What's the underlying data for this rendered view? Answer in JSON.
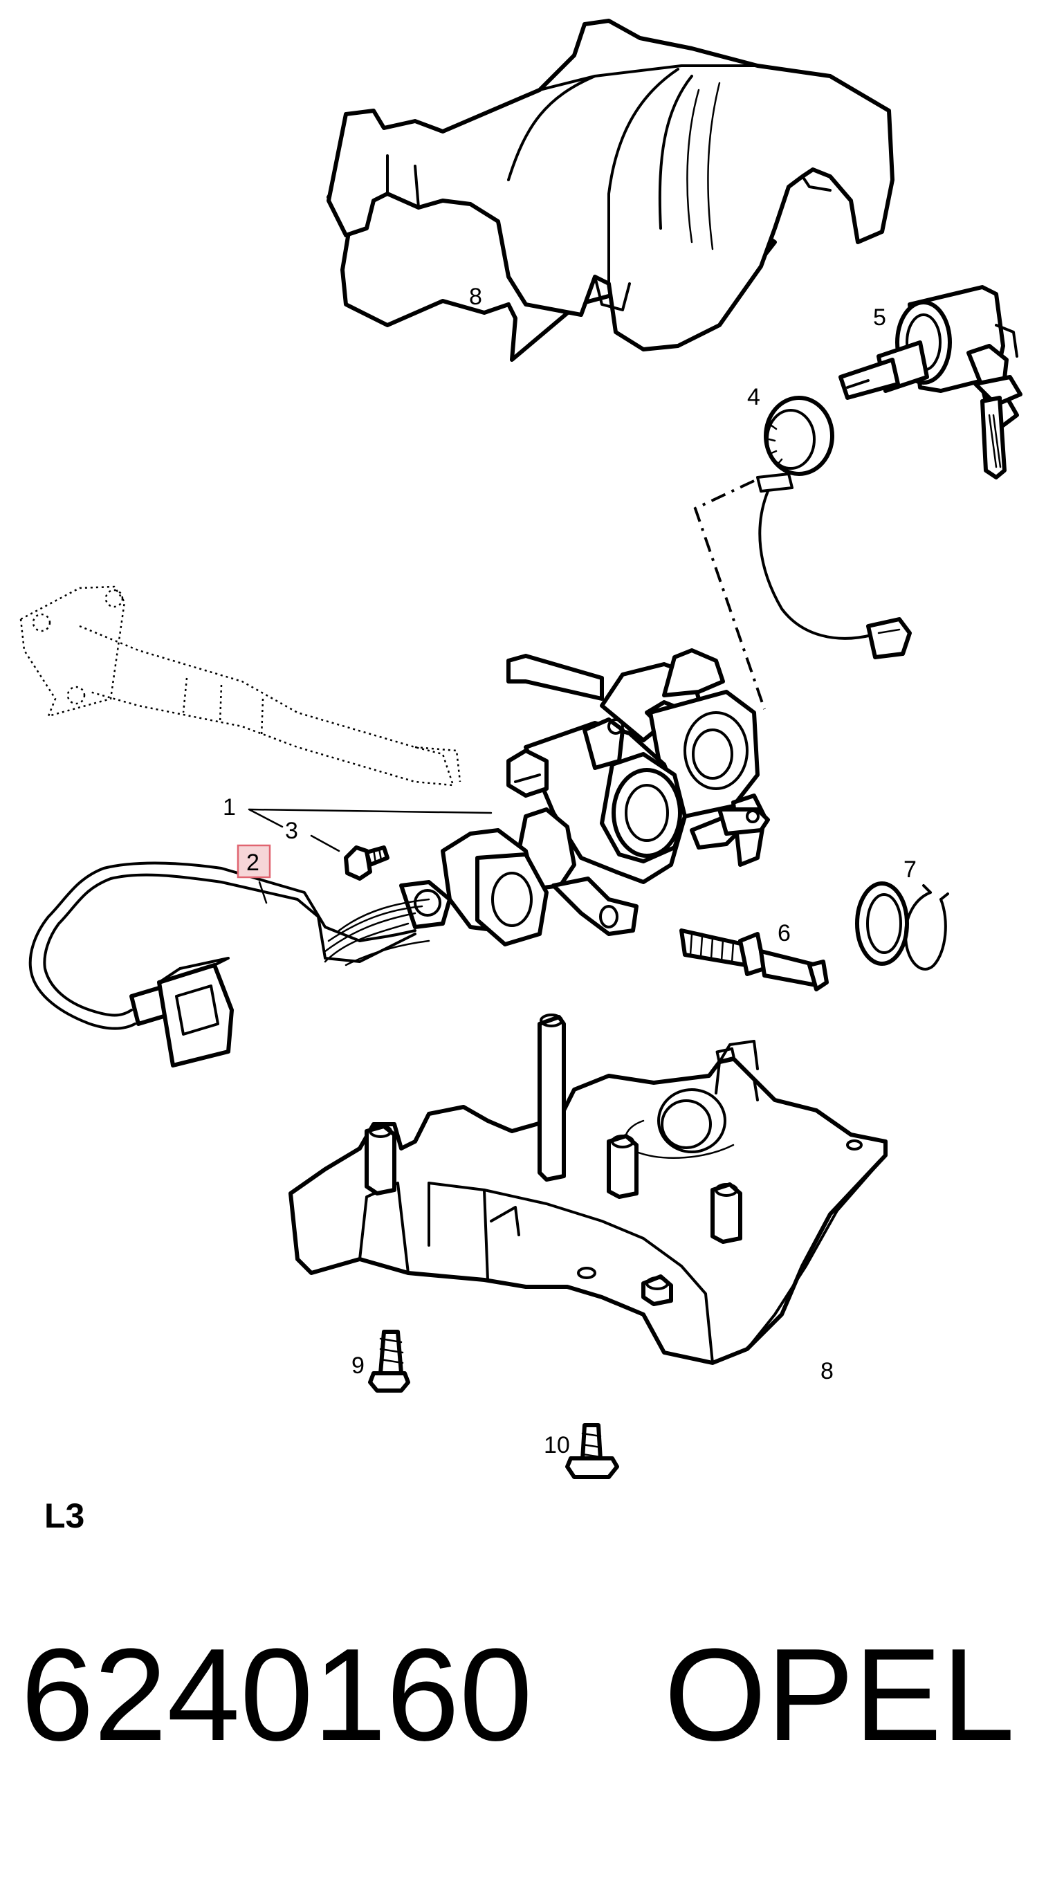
{
  "diagram": {
    "callouts": [
      {
        "id": "callout-1",
        "text": "1"
      },
      {
        "id": "callout-2",
        "text": "2",
        "highlighted": true
      },
      {
        "id": "callout-3",
        "text": "3"
      },
      {
        "id": "callout-4",
        "text": "4"
      },
      {
        "id": "callout-5",
        "text": "5"
      },
      {
        "id": "callout-6",
        "text": "6"
      },
      {
        "id": "callout-7",
        "text": "7"
      },
      {
        "id": "callout-8-upper",
        "text": "8"
      },
      {
        "id": "callout-8-lower",
        "text": "8"
      },
      {
        "id": "callout-9",
        "text": "9"
      },
      {
        "id": "callout-10",
        "text": "10"
      }
    ],
    "highlight_color": "#e06470"
  },
  "footer": {
    "section_code": "L3",
    "part_number": "6240160",
    "brand": "OPEL"
  }
}
